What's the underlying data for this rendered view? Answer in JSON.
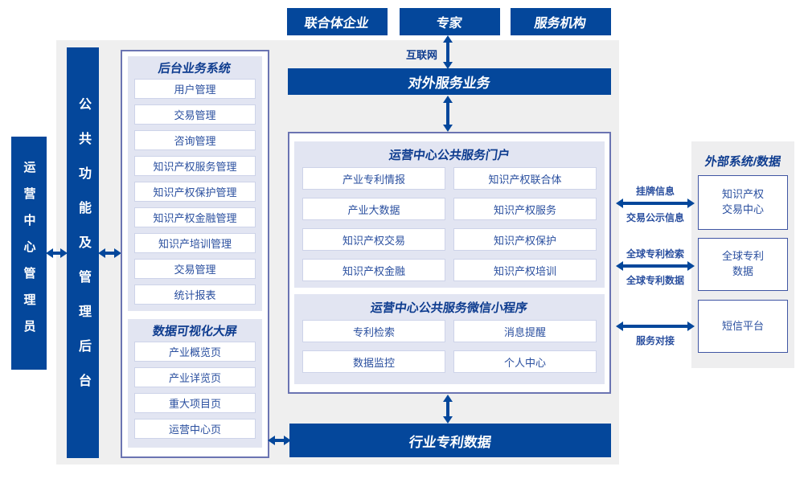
{
  "colors": {
    "navy": "#04479b",
    "panel_lavender": "#e2e5f2",
    "background_gray": "#efefef",
    "outer_border": "#6b74b2",
    "cell_border": "#cdd3e9",
    "item_text": "#2a4f9f",
    "header_text": "#0e3c8f"
  },
  "top_actors": [
    "联合体企业",
    "专家",
    "服务机构"
  ],
  "labels": {
    "internet": "互联网"
  },
  "bars": {
    "external_service": "对外服务业务",
    "industry_data": "行业专利数据"
  },
  "admin": "运营中心管理员",
  "backend_bar": "公共功能及管理后台",
  "backend_system": {
    "title": "后台业务系统",
    "items": [
      "用户管理",
      "交易管理",
      "咨询管理",
      "知识产权服务管理",
      "知识产权保护管理",
      "知识产权金融管理",
      "知识产培训管理",
      "交易管理",
      "统计报表"
    ]
  },
  "dashboard": {
    "title": "数据可视化大屏",
    "items": [
      "产业概览页",
      "产业详览页",
      "重大项目页",
      "运营中心页"
    ]
  },
  "portal": {
    "title": "运营中心公共服务门户",
    "items": [
      "产业专利情报",
      "知识产权联合体",
      "产业大数据",
      "知识产权服务",
      "知识产权交易",
      "知识产权保护",
      "知识产权金融",
      "知识产权培训"
    ]
  },
  "miniprogram": {
    "title": "运营中心公共服务微信小程序",
    "items": [
      "专利检索",
      "消息提醒",
      "数据监控",
      "个人中心"
    ]
  },
  "external": {
    "title": "外部系统/数据",
    "systems": [
      {
        "line1": "知识产权",
        "line2": "交易中心"
      },
      {
        "line1": "全球专利",
        "line2": "数据"
      },
      {
        "line1": "短信平台"
      }
    ],
    "links": [
      {
        "above": "挂牌信息",
        "below": "交易公示信息"
      },
      {
        "above": "全球专利检索",
        "below": "全球专利数据"
      },
      {
        "below": "服务对接"
      }
    ]
  }
}
